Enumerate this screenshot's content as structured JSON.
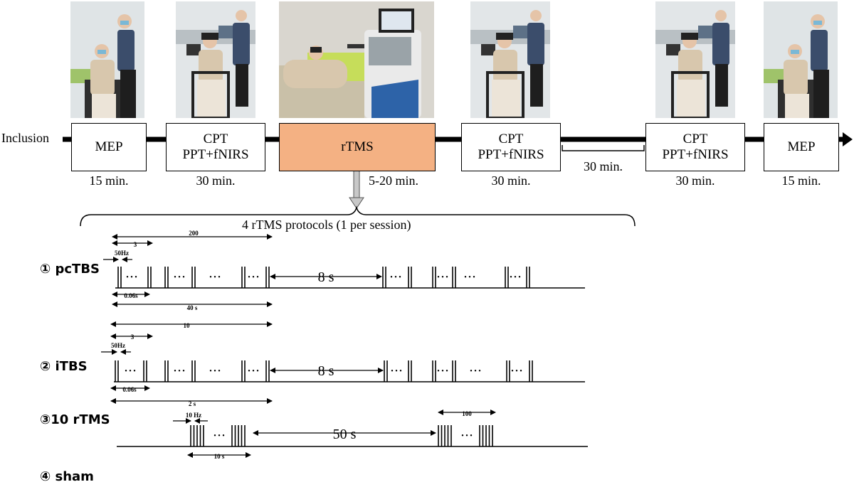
{
  "timeline": {
    "start_label": "Inclusion",
    "steps": [
      {
        "lines": [
          "MEP"
        ],
        "duration": "15 min."
      },
      {
        "lines": [
          "CPT",
          "PPT+fNIRS"
        ],
        "duration": "30 min."
      },
      {
        "lines": [
          "rTMS"
        ],
        "duration": "5-20 min."
      },
      {
        "lines": [
          "CPT",
          "PPT+fNIRS"
        ],
        "duration": "30 min."
      },
      {
        "lines": [
          "CPT",
          "PPT+fNIRS"
        ],
        "duration": "30 min."
      },
      {
        "lines": [
          "MEP"
        ],
        "duration": "15 min."
      }
    ],
    "gap_label": "30 min.",
    "accent_color": "#f4b183"
  },
  "protocols_title": "4 rTMS protocols (1 per session)",
  "protocols": [
    {
      "label": "① pcTBS",
      "top_span": "200",
      "inner_span": "3",
      "freq": "50Hz",
      "interval": "8 s",
      "bottom_inner": "0.06s",
      "bottom_span": "40 s"
    },
    {
      "label": "② iTBS",
      "top_span": "10",
      "inner_span": "3",
      "freq": "50Hz",
      "interval": "8 s",
      "bottom_inner": "0.06s",
      "bottom_span": "2 s"
    },
    {
      "label": "③10 rTMS",
      "freq": "10 Hz",
      "interval": "50 s",
      "right_span": "100",
      "bottom_span": "10 s"
    },
    {
      "label": "④ sham"
    }
  ],
  "photos": [
    {
      "icon": "photo-standing-operator-icon"
    },
    {
      "icon": "photo-seated-cap-icon"
    },
    {
      "icon": "photo-reclined-rtms-icon"
    },
    {
      "icon": "photo-seated-cap-icon"
    },
    {
      "icon": "photo-seated-cap-icon"
    },
    {
      "icon": "photo-standing-operator-icon"
    }
  ]
}
